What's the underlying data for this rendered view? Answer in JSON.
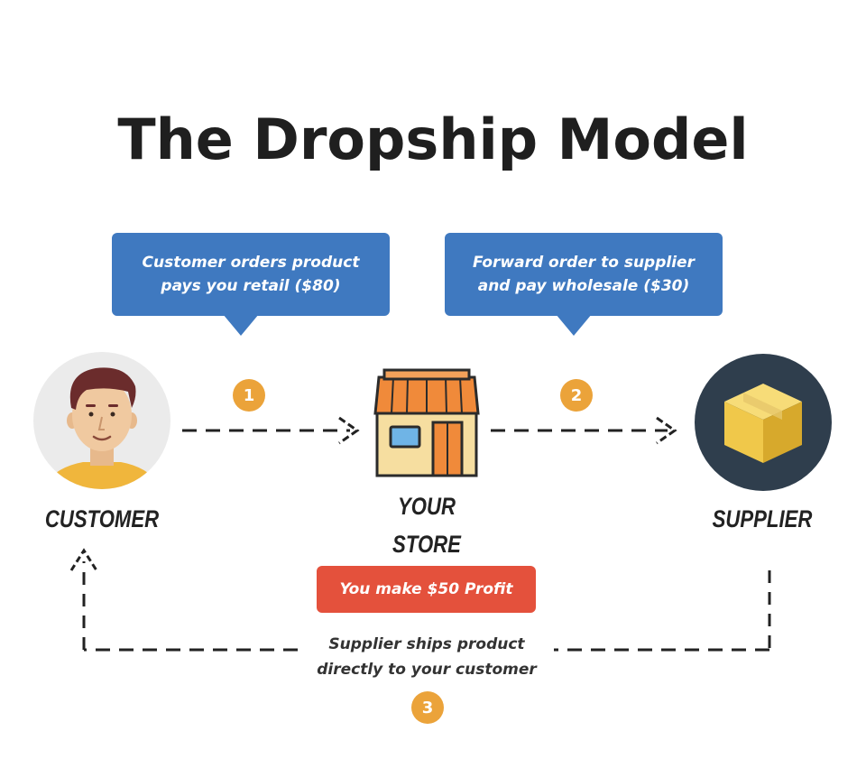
{
  "title": "The Dropship Model",
  "bubbles": [
    {
      "line1": "Customer orders product",
      "line2": "pays you retail ($80)"
    },
    {
      "line1": "Forward order to supplier",
      "line2": "and pay wholesale ($30)"
    }
  ],
  "steps": [
    "1",
    "2",
    "3"
  ],
  "nodes": {
    "customer": "CUSTOMER",
    "store_line1": "YOUR",
    "store_line2": "STORE",
    "supplier": "SUPPLIER"
  },
  "profit": "You make $50 Profit",
  "shipping": {
    "line1": "Supplier ships product",
    "line2": "directly to your customer"
  },
  "colors": {
    "bubble": "#3f79c0",
    "step": "#eba33a",
    "profit": "#e4513c",
    "supplier_circle": "#2f3e4d",
    "box": "#f0c84a"
  }
}
